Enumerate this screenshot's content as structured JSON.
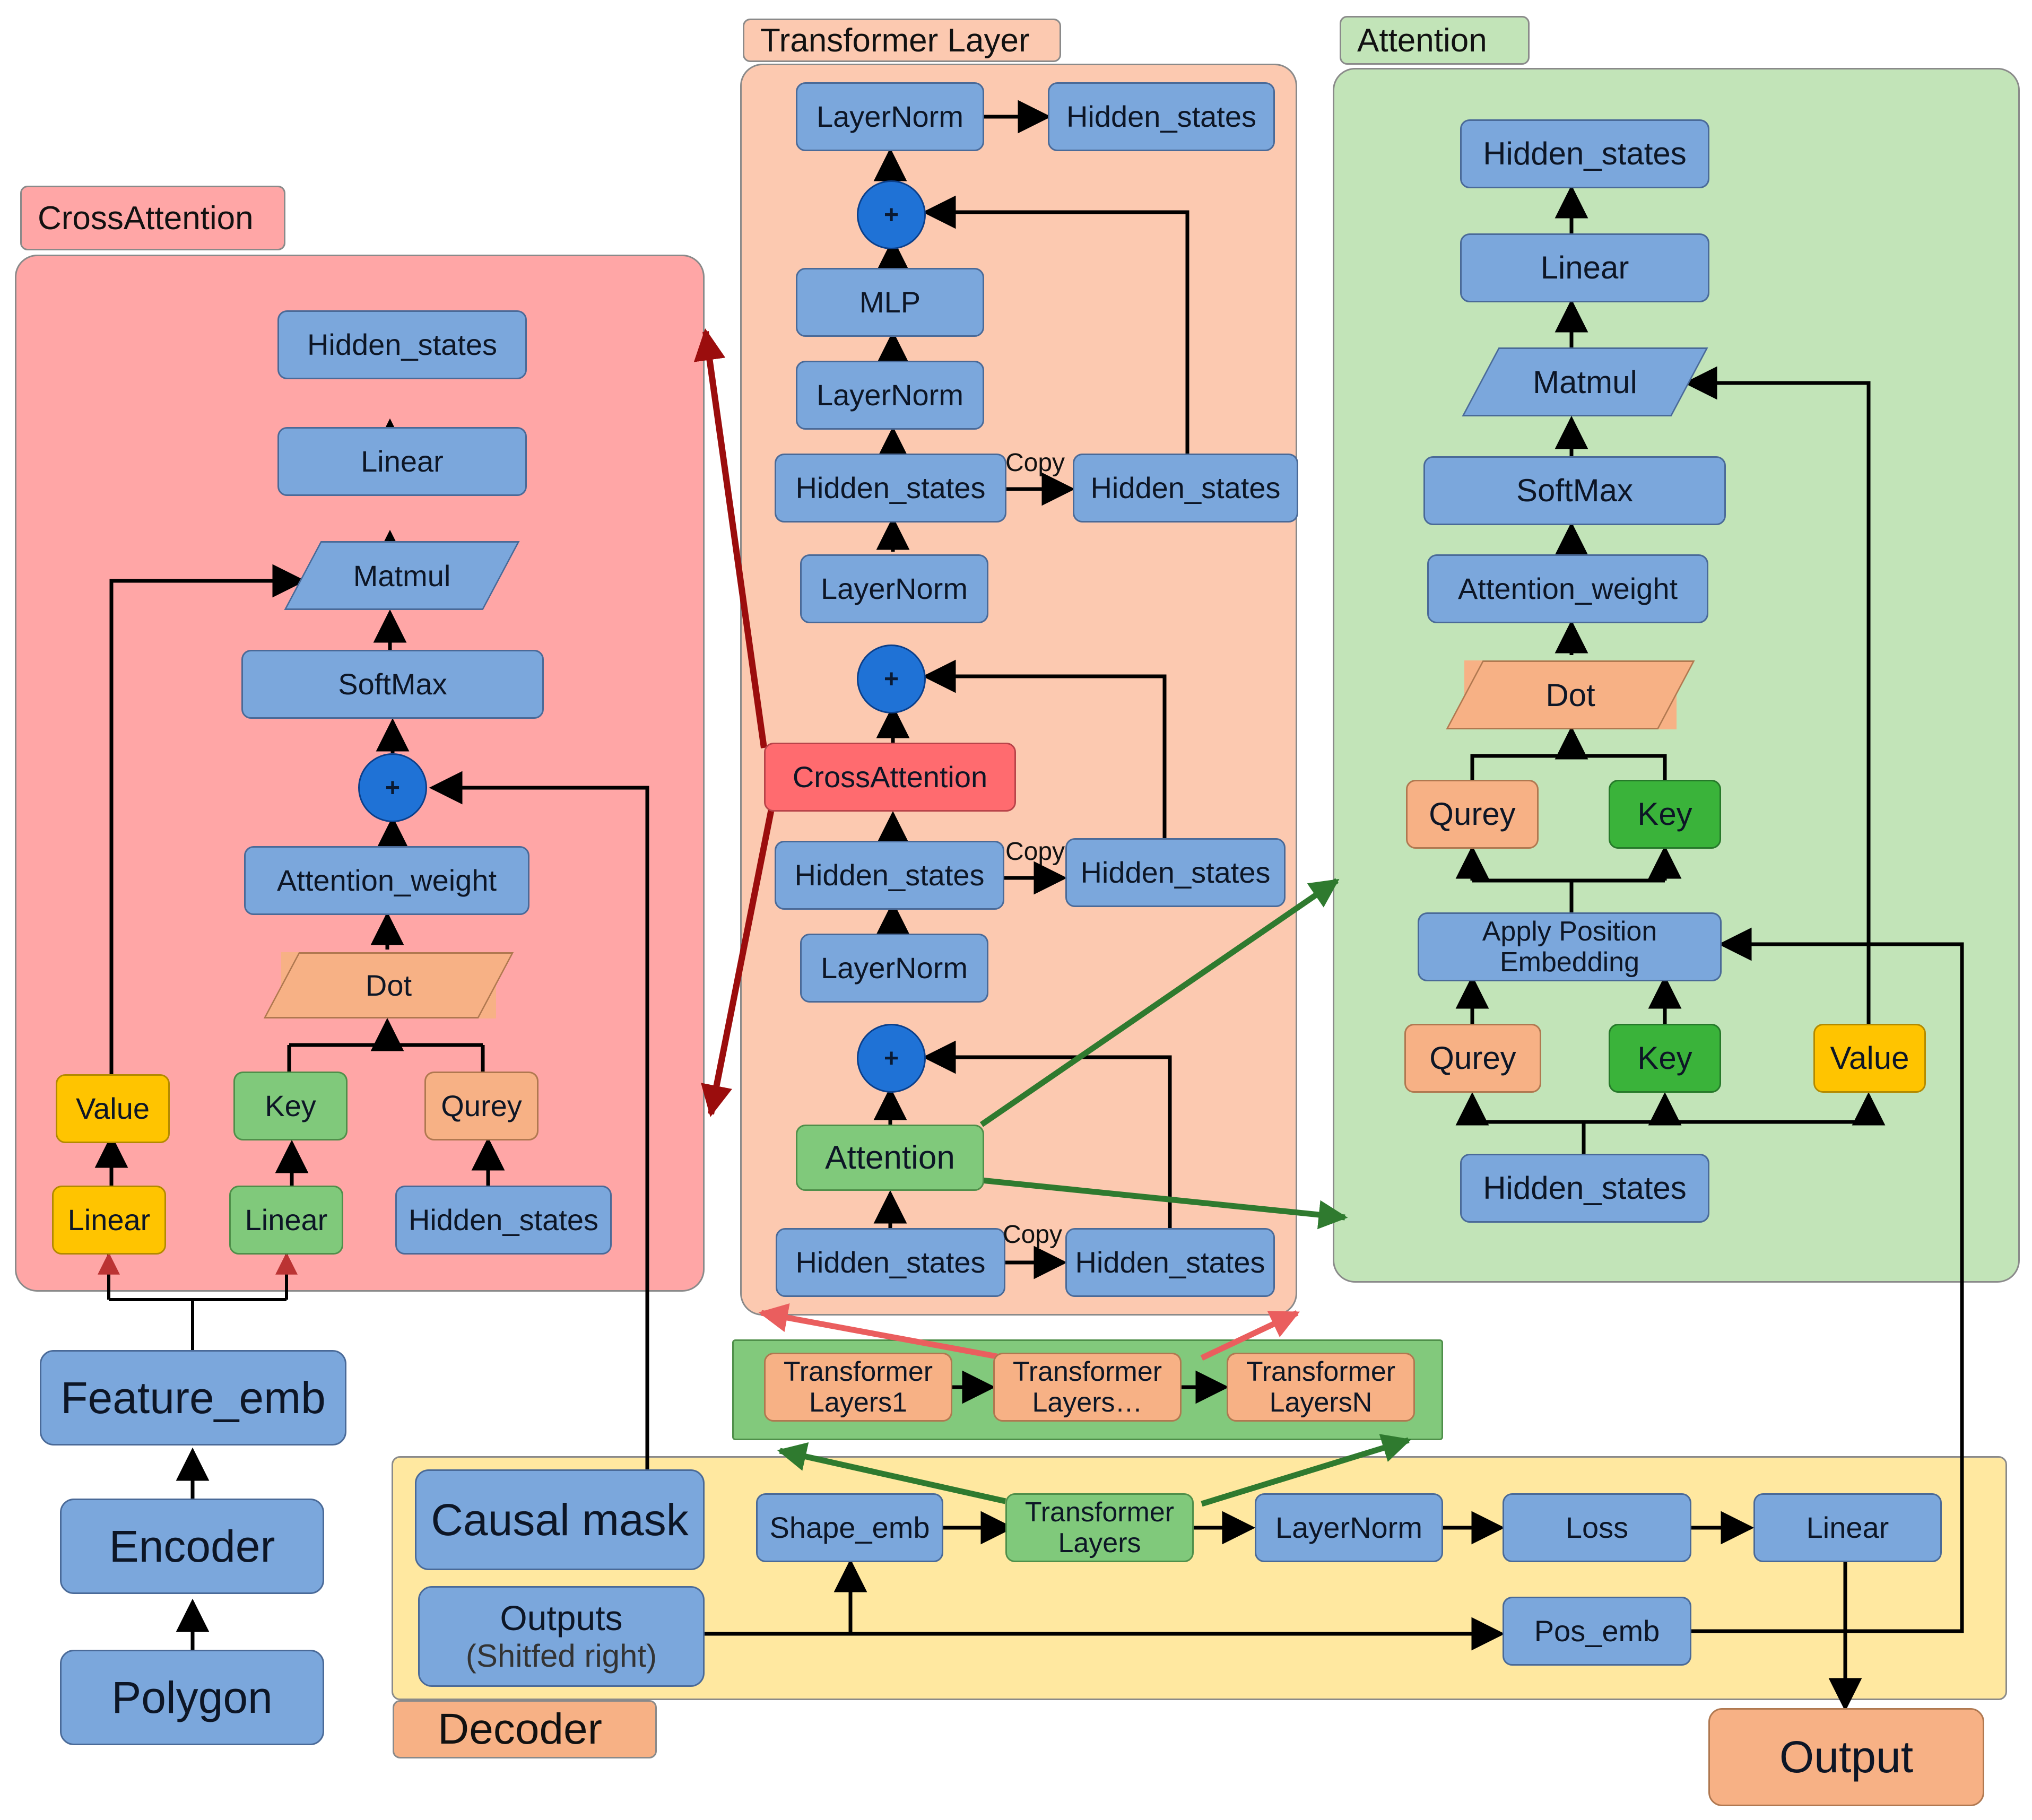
{
  "colors": {
    "cross_panel": "#ffa6a6",
    "transformer_panel": "#fcc9b0",
    "attention_panel": "#c2e4b8",
    "decoder_panel": "#ffe8a0",
    "layers_strip": "#82c97c",
    "box_blue": "#7ba7dc",
    "arrow_dark_red": "#9b0d0d",
    "arrow_red": "#ea5e5e",
    "arrow_green": "#2f7a2f"
  },
  "panels": {
    "cross_attention": "CrossAttention",
    "transformer_layer": "Transformer Layer",
    "attention": "Attention",
    "decoder": "Decoder"
  },
  "cross": {
    "hidden_states_out": "Hidden_states",
    "linear": "Linear",
    "matmul": "Matmul",
    "softmax": "SoftMax",
    "plus": "+",
    "attention_weight": "Attention_weight",
    "dot": "Dot",
    "value": "Value",
    "key": "Key",
    "qurey": "Qurey",
    "linear_value": "Linear",
    "linear_key": "Linear",
    "hidden_states_in": "Hidden_states"
  },
  "encoder_stack": {
    "feature_emb": "Feature_emb",
    "encoder": "Encoder",
    "polygon": "Polygon"
  },
  "transformer": {
    "layernorm_top": "LayerNorm",
    "hidden_states_final": "Hidden_states",
    "plus": "+",
    "mlp": "MLP",
    "layernorm_2": "LayerNorm",
    "hidden_states_3": "Hidden_states",
    "copy": "Copy",
    "hidden_states_3_copy": "Hidden_states",
    "layernorm_3": "LayerNorm",
    "cross_attention": "CrossAttention",
    "hidden_states_2": "Hidden_states",
    "hidden_states_2_copy": "Hidden_states",
    "layernorm_4": "LayerNorm",
    "attention": "Attention",
    "hidden_states_1": "Hidden_states",
    "hidden_states_1_copy": "Hidden_states"
  },
  "attention": {
    "hidden_states_out": "Hidden_states",
    "linear": "Linear",
    "matmul": "Matmul",
    "softmax": "SoftMax",
    "attention_weight": "Attention_weight",
    "dot": "Dot",
    "qurey_top": "Qurey",
    "key_top": "Key",
    "apply_pos": "Apply Position\nEmbedding",
    "qurey": "Qurey",
    "key": "Key",
    "value": "Value",
    "hidden_states_in": "Hidden_states"
  },
  "layers_strip": {
    "layer1": "Transformer\nLayers1",
    "layer_mid": "Transformer\nLayers…",
    "layerN": "Transformer\nLayersN"
  },
  "decoder": {
    "causal_mask": "Causal mask",
    "outputs": "Outputs",
    "outputs_sub": "(Shitfed right)",
    "shape_emb": "Shape_emb",
    "transformer_layers": "Transformer\nLayers",
    "layernorm": "LayerNorm",
    "loss": "Loss",
    "linear": "Linear",
    "pos_emb": "Pos_emb",
    "output": "Output"
  }
}
